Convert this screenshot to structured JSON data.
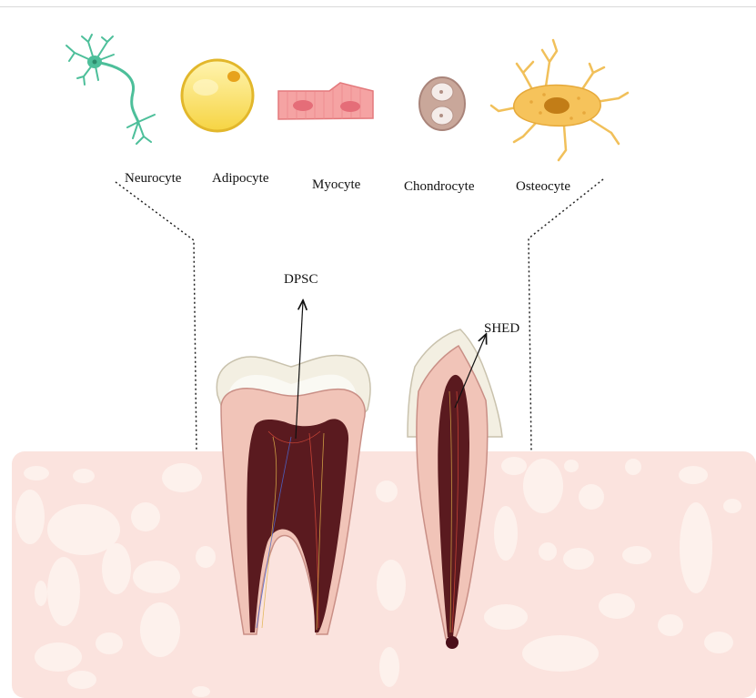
{
  "cell_types": [
    {
      "label": "Neurocyte",
      "icon": "neuron-icon",
      "color": "#4dbf9a"
    },
    {
      "label": "Adipocyte",
      "icon": "fat-cell-icon",
      "color": "#f5d54a"
    },
    {
      "label": "Myocyte",
      "icon": "muscle-cell-icon",
      "color": "#ef8e90"
    },
    {
      "label": "Chondrocyte",
      "icon": "cartilage-cell-icon",
      "color": "#c9a79a"
    },
    {
      "label": "Osteocyte",
      "icon": "bone-cell-icon",
      "color": "#f1c05a"
    }
  ],
  "teeth": [
    {
      "label": "DPSC",
      "icon": "molar-tooth-icon"
    },
    {
      "label": "SHED",
      "icon": "incisor-tooth-icon"
    }
  ],
  "colors": {
    "gum": "#fbe3de",
    "gum_spots": "#fdf1ec",
    "dentin": "#f1c4b8",
    "enamel": "#f3efe2",
    "pulp": "#5a1a1f"
  }
}
